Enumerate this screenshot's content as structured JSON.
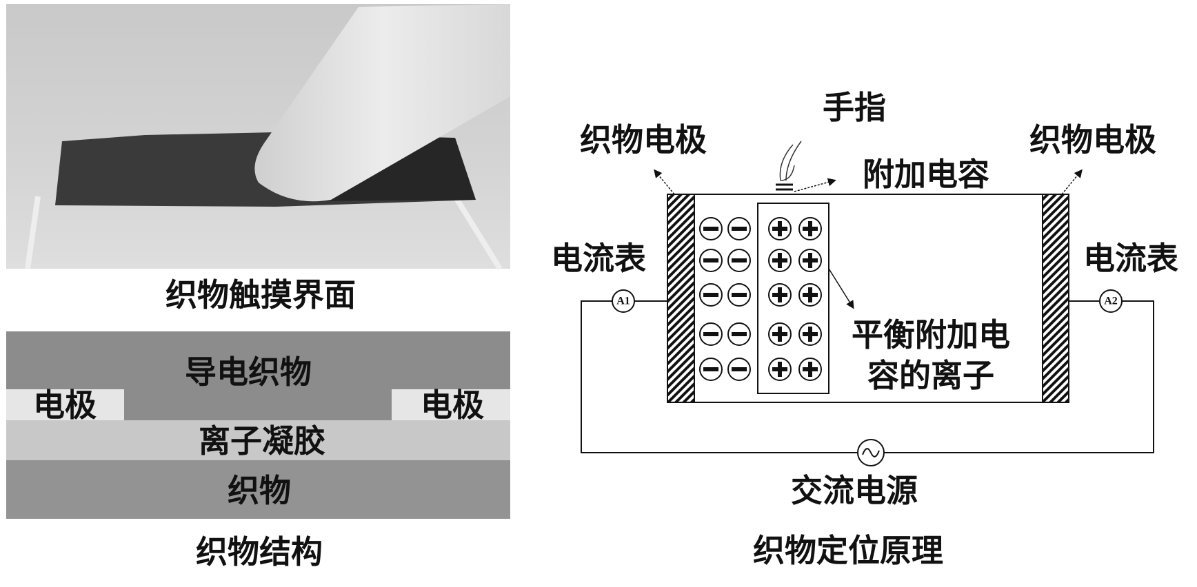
{
  "photo": {
    "caption": "织物触摸界面"
  },
  "structure": {
    "caption": "织物结构",
    "layers": {
      "conductive_fabric": "导电织物",
      "electrode_left": "电极",
      "electrode_right": "电极",
      "ionic_gel": "离子凝胶",
      "fabric": "织物"
    },
    "colors": {
      "conductive_fabric": "#8c8c8c",
      "electrode": "#e6e6e6",
      "ionic_gel": "#c8c8c8",
      "fabric": "#939393"
    }
  },
  "circuit": {
    "caption": "织物定位原理",
    "finger": "手指",
    "electrode_left": "织物电极",
    "electrode_right": "织物电极",
    "added_capacitance": "附加电容",
    "ammeter_left": "电流表",
    "ammeter_right": "电流表",
    "meter_a1": "A1",
    "meter_a2": "A2",
    "balance_ions_line1": "平衡附加电",
    "balance_ions_line2": "容的离子",
    "ac_source": "交流电源",
    "ion_rows": 5,
    "negative_symbol": "−",
    "positive_symbol": "+"
  }
}
